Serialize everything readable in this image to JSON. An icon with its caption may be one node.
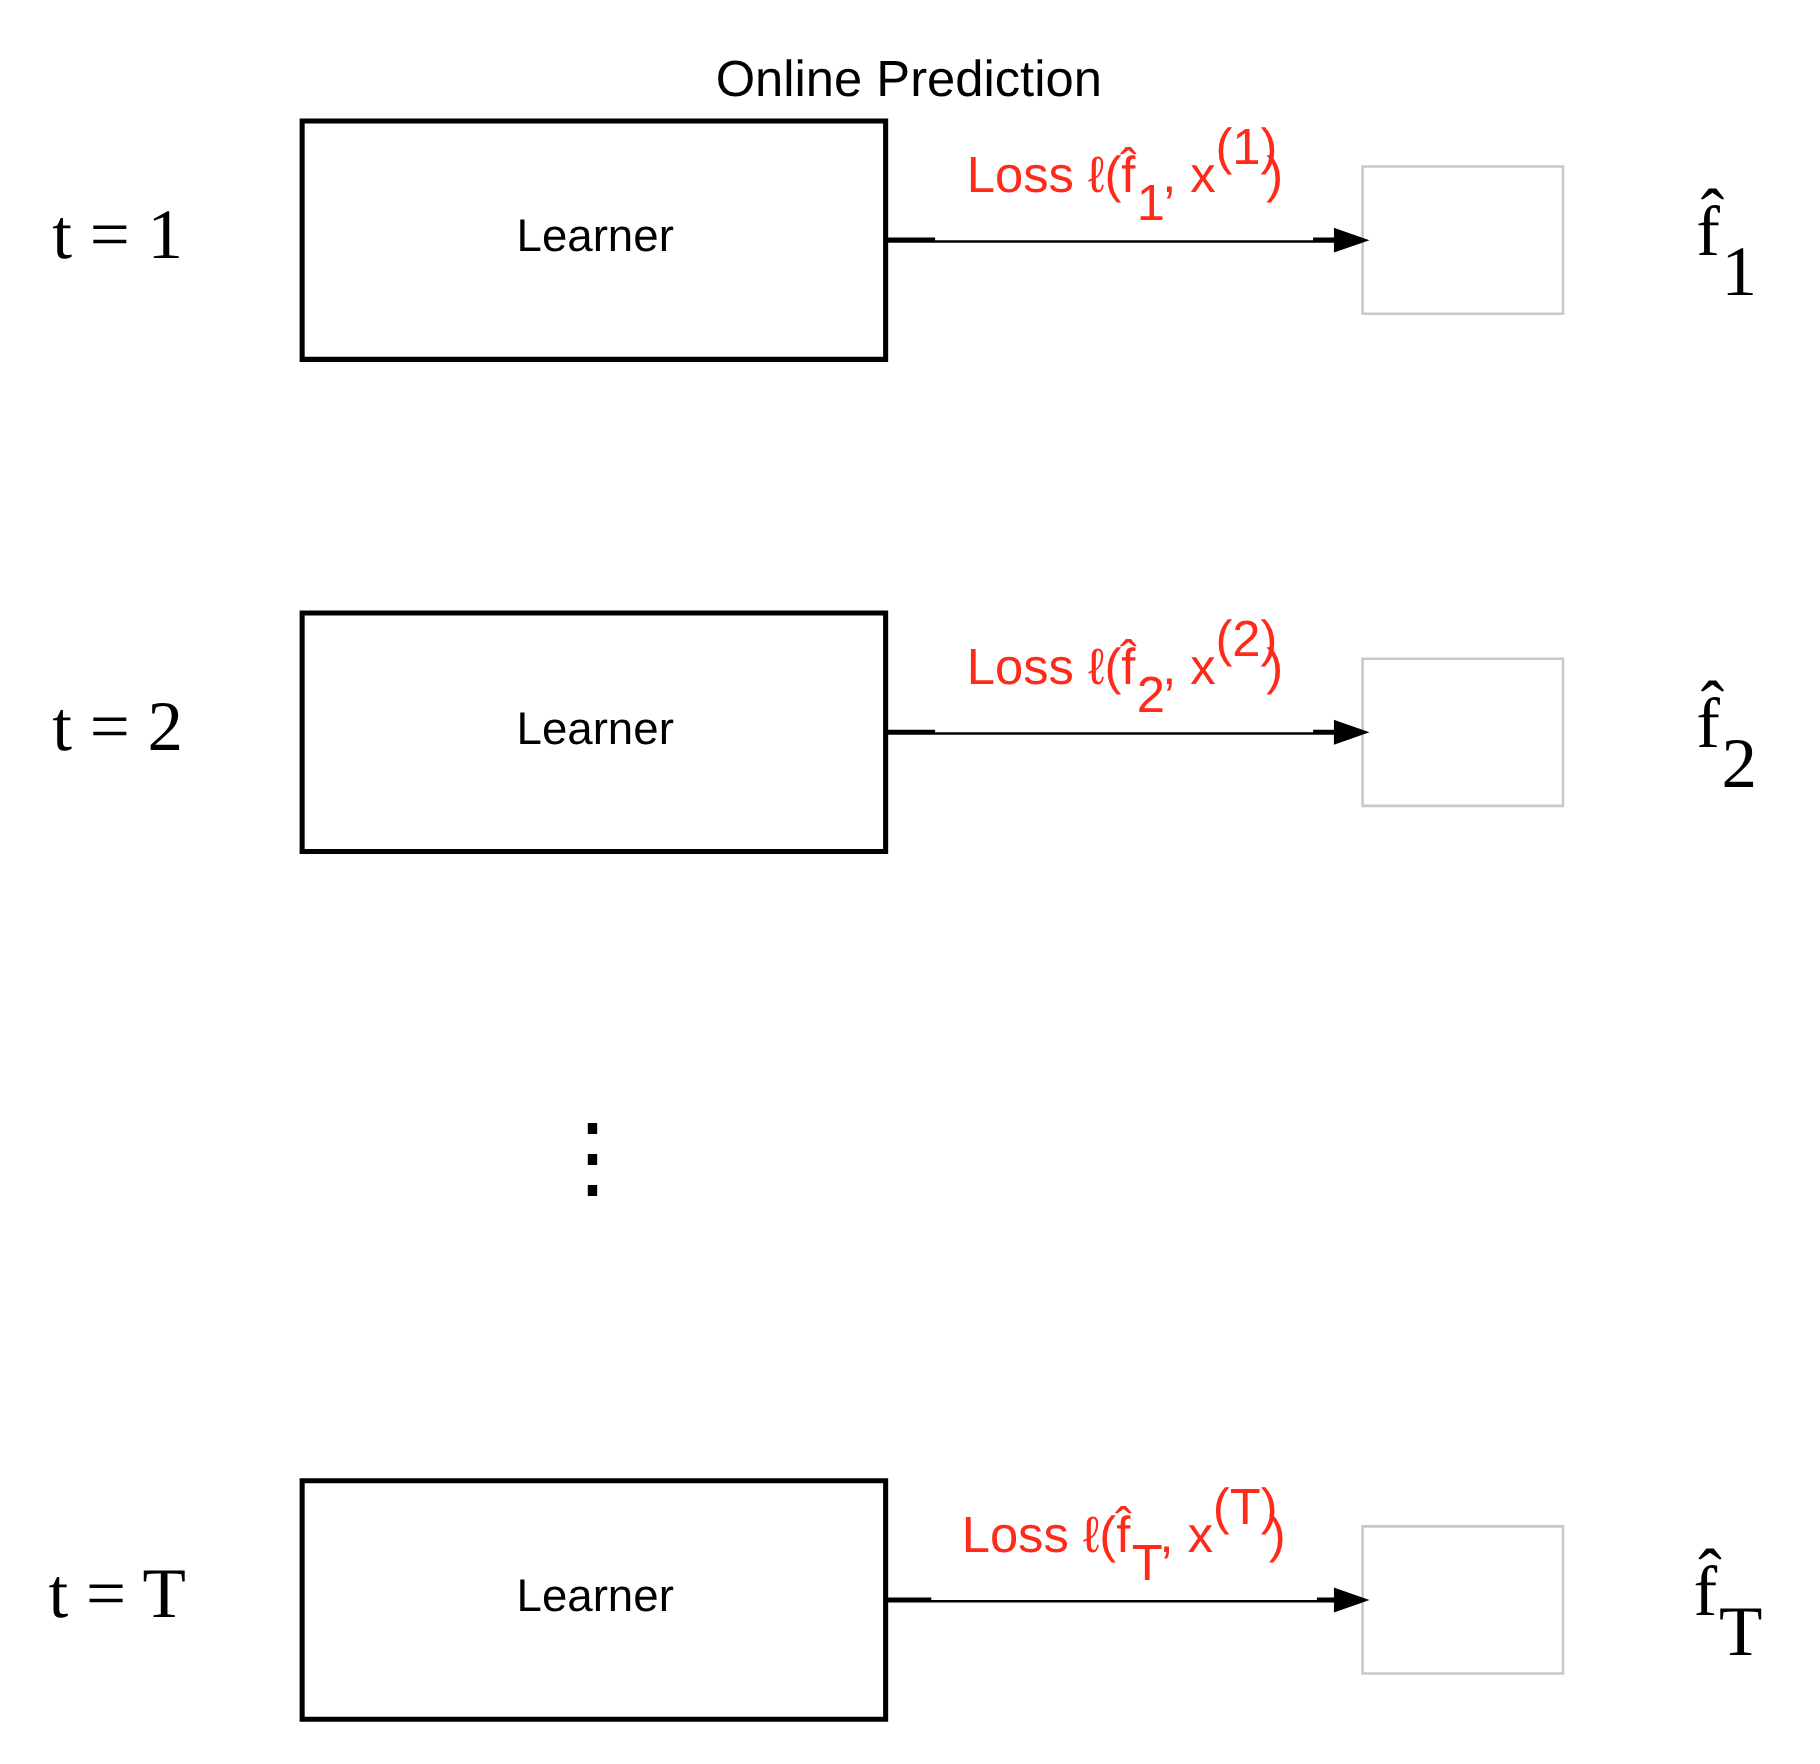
{
  "diagram": {
    "title": "Online Prediction",
    "nodes": [
      {
        "text": [
          "Learner"
        ],
        "beside": [
          "t = 1"
        ]
      },
      {
        "text": [],
        "shape": "box",
        "beside": [
          "f̂$_{1}$"
        ]
      },
      {
        "text": [
          "Learner"
        ],
        "beside": [
          "t = 2"
        ]
      },
      {
        "text": [],
        "shape": "box",
        "beside": [
          "f̂$_{2}$"
        ]
      },
      {
        "text": [
          "Learner"
        ],
        "beside": [
          "t = T"
        ]
      },
      {
        "text": [],
        "shape": "box",
        "beside": [
          "f̂$_{T}$"
        ]
      }
    ],
    "edges": [
      {
        "from": 0,
        "to": 1,
        "arrow": "to",
        "label": "Loss ℓ(f̂$_{1}$, x$^{(1)}$)"
      },
      {
        "from": 2,
        "to": 3,
        "arrow": "to",
        "label": "Loss ℓ(f̂$_{2}$, x$^{(2)}$)"
      },
      {
        "from": 4,
        "to": 5,
        "arrow": "to",
        "label": "Loss ℓ(f̂$_{T}$, x$^{(T)}$)"
      }
    ],
    "labels": [
      "⋮"
    ]
  }
}
